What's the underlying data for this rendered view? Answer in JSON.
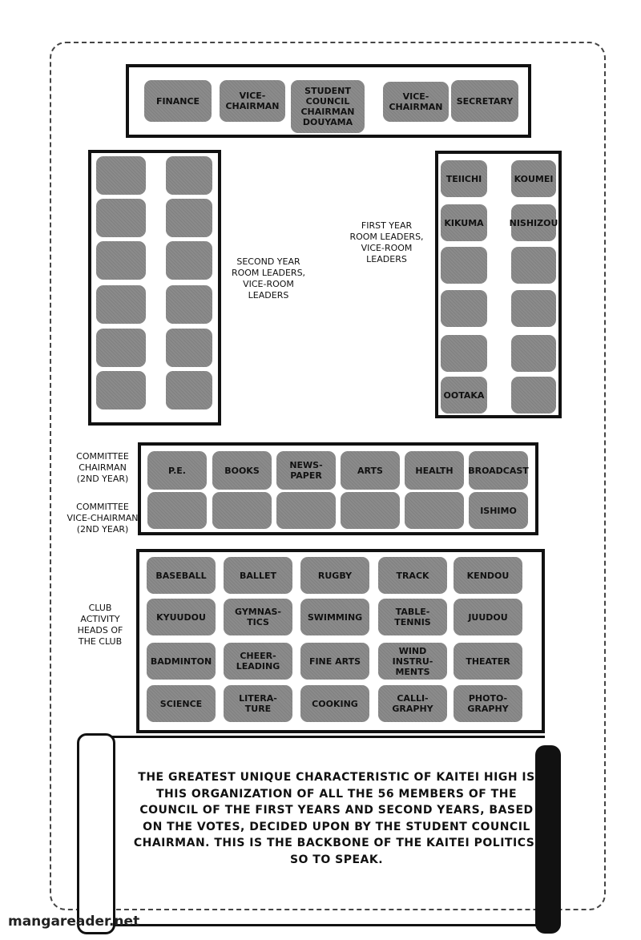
{
  "council": [
    "FINANCE",
    "VICE-\nCHAIRMAN",
    "STUDENT\nCOUNCIL\nCHAIRMAN\nDOUYAMA",
    "VICE-\nCHAIRMAN",
    "SECRETARY"
  ],
  "second_year": {
    "label": "SECOND YEAR\nROOM LEADERS,\nVICE-ROOM\nLEADERS",
    "cells": [
      "",
      "",
      "",
      "",
      "",
      "",
      "",
      "",
      "",
      "",
      "",
      ""
    ]
  },
  "first_year": {
    "label": "FIRST YEAR\nROOM LEADERS,\nVICE-ROOM\nLEADERS",
    "cells": [
      "TEIICHI",
      "KOUMEI",
      "KIKUMA",
      "NISHIZOU",
      "",
      "",
      "",
      "",
      "",
      "",
      "OOTAKA",
      ""
    ]
  },
  "committee": {
    "chair_label": "COMMITTEE\nCHAIRMAN\n(2ND YEAR)",
    "vice_label": "COMMITTEE\nVICE-CHAIRMAN\n(2ND YEAR)",
    "chairs": [
      "P.E.",
      "BOOKS",
      "NEWS-\nPAPER",
      "ARTS",
      "HEALTH",
      "BROADCAST"
    ],
    "vices": [
      "",
      "",
      "",
      "",
      "",
      "ISHIMO"
    ]
  },
  "clubs": {
    "label": "CLUB\nACTIVITY\nHEADS OF\nTHE CLUB",
    "cells": [
      "BASEBALL",
      "BALLET",
      "RUGBY",
      "TRACK",
      "KENDOU",
      "KYUUDOU",
      "GYMNAS-\nTICS",
      "SWIMMING",
      "TABLE-\nTENNIS",
      "JUUDOU",
      "BADMINTON",
      "CHEER-\nLEADING",
      "FINE ARTS",
      "WIND\nINSTRU-\nMENTS",
      "THEATER",
      "SCIENCE",
      "LITERA-\nTURE",
      "COOKING",
      "CALLI-\nGRAPHY",
      "PHOTO-\nGRAPHY"
    ]
  },
  "scroll_text": "THE GREATEST UNIQUE CHARACTERISTIC OF KAITEI HIGH IS THIS ORGANIZATION OF ALL THE 56 MEMBERS OF THE COUNCIL OF THE FIRST YEARS AND SECOND YEARS, BASED ON THE VOTES, DECIDED UPON BY THE STUDENT COUNCIL CHAIRMAN. THIS IS THE BACKBONE OF THE KAITEI POLITICS, SO TO SPEAK.",
  "watermark": "mangareader.net"
}
